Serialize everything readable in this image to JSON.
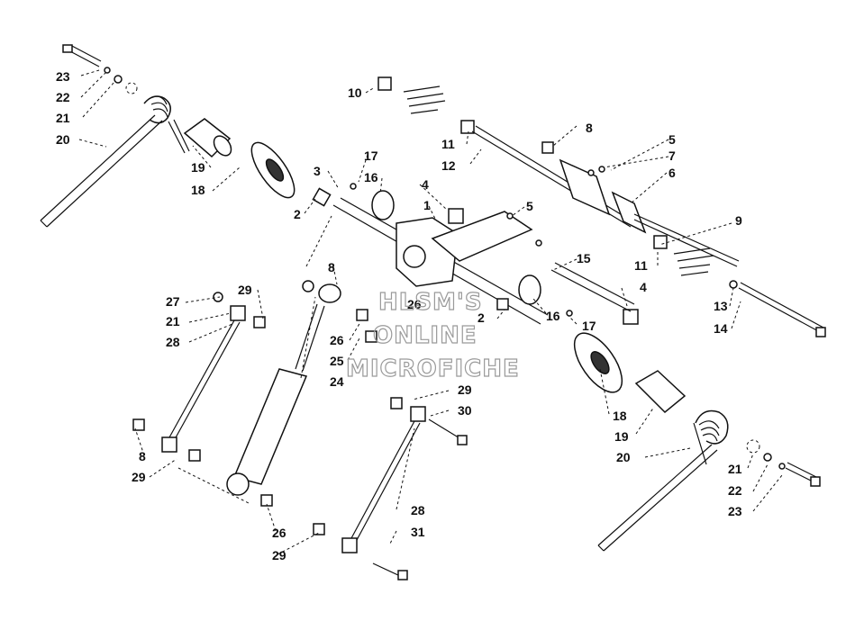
{
  "callouts": [
    {
      "id": "c23a",
      "text": "23"
    },
    {
      "id": "c22a",
      "text": "22"
    },
    {
      "id": "c21a",
      "text": "21"
    },
    {
      "id": "c20a",
      "text": "20"
    },
    {
      "id": "c19a",
      "text": "19"
    },
    {
      "id": "c18a",
      "text": "18"
    },
    {
      "id": "c3",
      "text": "3"
    },
    {
      "id": "c2a",
      "text": "2"
    },
    {
      "id": "c17a",
      "text": "17"
    },
    {
      "id": "c16a",
      "text": "16"
    },
    {
      "id": "c4a",
      "text": "4"
    },
    {
      "id": "c1",
      "text": "1"
    },
    {
      "id": "c5a",
      "text": "5"
    },
    {
      "id": "c10",
      "text": "10"
    },
    {
      "id": "c11a",
      "text": "11"
    },
    {
      "id": "c12",
      "text": "12"
    },
    {
      "id": "c8a",
      "text": "8"
    },
    {
      "id": "c5b",
      "text": "5"
    },
    {
      "id": "c7",
      "text": "7"
    },
    {
      "id": "c6",
      "text": "6"
    },
    {
      "id": "c9",
      "text": "9"
    },
    {
      "id": "c11b",
      "text": "11"
    },
    {
      "id": "c15",
      "text": "15"
    },
    {
      "id": "c4b",
      "text": "4"
    },
    {
      "id": "c13",
      "text": "13"
    },
    {
      "id": "c14",
      "text": "14"
    },
    {
      "id": "c16b",
      "text": "16"
    },
    {
      "id": "c17b",
      "text": "17"
    },
    {
      "id": "c2b",
      "text": "2"
    },
    {
      "id": "c8b",
      "text": "8"
    },
    {
      "id": "c29a",
      "text": "29"
    },
    {
      "id": "c27",
      "text": "27"
    },
    {
      "id": "c21b",
      "text": "21"
    },
    {
      "id": "c28a",
      "text": "28"
    },
    {
      "id": "c26a",
      "text": "26"
    },
    {
      "id": "c26b",
      "text": "26"
    },
    {
      "id": "c25",
      "text": "25"
    },
    {
      "id": "c24",
      "text": "24"
    },
    {
      "id": "c29b",
      "text": "29"
    },
    {
      "id": "c30",
      "text": "30"
    },
    {
      "id": "c8c",
      "text": "8"
    },
    {
      "id": "c29c",
      "text": "29"
    },
    {
      "id": "c18b",
      "text": "18"
    },
    {
      "id": "c19b",
      "text": "19"
    },
    {
      "id": "c20b",
      "text": "20"
    },
    {
      "id": "c21c",
      "text": "21"
    },
    {
      "id": "c22b",
      "text": "22"
    },
    {
      "id": "c23b",
      "text": "23"
    },
    {
      "id": "c28b",
      "text": "28"
    },
    {
      "id": "c26c",
      "text": "26"
    },
    {
      "id": "c29d",
      "text": "29"
    },
    {
      "id": "c31",
      "text": "31"
    }
  ],
  "watermark": [
    "HLSM'S",
    "ONLINE",
    "MICROFICHE"
  ]
}
